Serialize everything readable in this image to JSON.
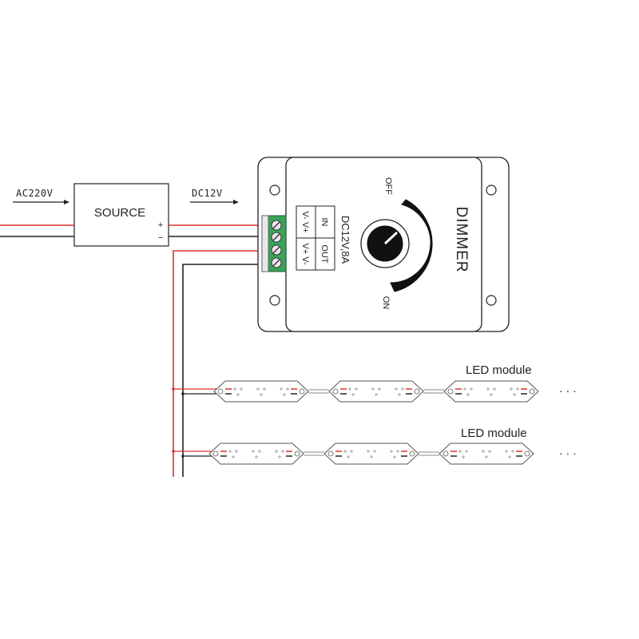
{
  "labels": {
    "ac_input": "AC220V",
    "dc_output": "DC12V",
    "source": "SOURCE",
    "plus": "+",
    "minus": "−",
    "dimmer": "DIMMER",
    "rating": "DC12V,8A",
    "in": "IN",
    "out": "OUT",
    "in_terms": "V- V+",
    "out_terms": "V+ V-",
    "off": "OFF",
    "on": "ON",
    "led_module_1": "LED module",
    "led_module_2": "LED module",
    "ellipsis_1": "· · ·",
    "ellipsis_2": "· · ·"
  },
  "colors": {
    "line": "#222222",
    "red_wire": "#d9322e",
    "black_wire": "#222222",
    "terminal_green": "#3aa35a",
    "panel_bg": "#ffffff",
    "led_dot": "#bdbdbd"
  }
}
